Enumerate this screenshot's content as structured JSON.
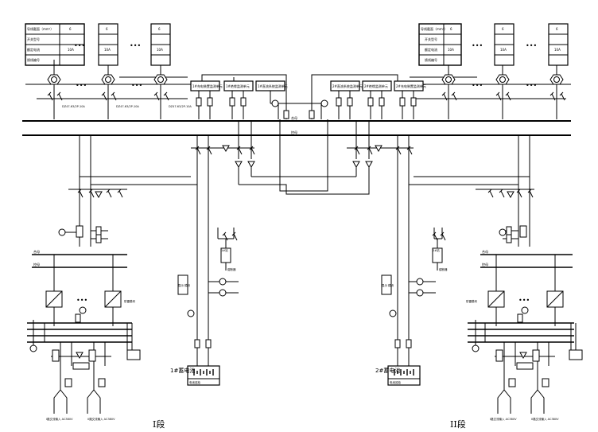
{
  "left_table": {
    "rows": [
      {
        "label": "导线截面（mm²）",
        "value": "6"
      },
      {
        "label": "开关型号",
        "value": ""
      },
      {
        "label": "额定电流",
        "value": "10A"
      },
      {
        "label": "馈线编号",
        "value": ""
      }
    ]
  },
  "right_table": {
    "rows": [
      {
        "label": "导线截面（mm²）",
        "value": "6"
      },
      {
        "label": "开关型号",
        "value": ""
      },
      {
        "label": "额定电流",
        "value": "10A"
      },
      {
        "label": "馈线编号",
        "value": ""
      }
    ]
  },
  "column_values": {
    "cross_section": "6",
    "current": "10A"
  },
  "ellipsis": "•••",
  "left_module_labels": [
    "1#充电装置监测单元",
    "1#绝缘监测单元",
    "1#直流系统监测单元"
  ],
  "right_module_labels": [
    "2#直流系统监测单元",
    "2#绝缘监测单元",
    "2#充电装置监测单元"
  ],
  "feeder_labels": [
    "DZ47-63/2P-10A",
    "DZ47-63/2P-10A",
    "DZ47-63/2P-10A"
  ],
  "bus_labels": {
    "closing": "合母",
    "control": "控母"
  },
  "battery_labels": {
    "left": "1#蓄电池",
    "right": "2#蓄电池",
    "monitor": "电池巡检"
  },
  "misc_labels": {
    "left_sub": "1#站",
    "right_sub": "2#站",
    "meter": "显示 模块",
    "fuse": "熔断器",
    "surge": "防雷模块",
    "ac_in_1": "I路交流输入 AC380V",
    "ac_in_2": "II路交流输入 AC380V"
  },
  "section_labels": {
    "left": "I段",
    "right": "II段"
  }
}
